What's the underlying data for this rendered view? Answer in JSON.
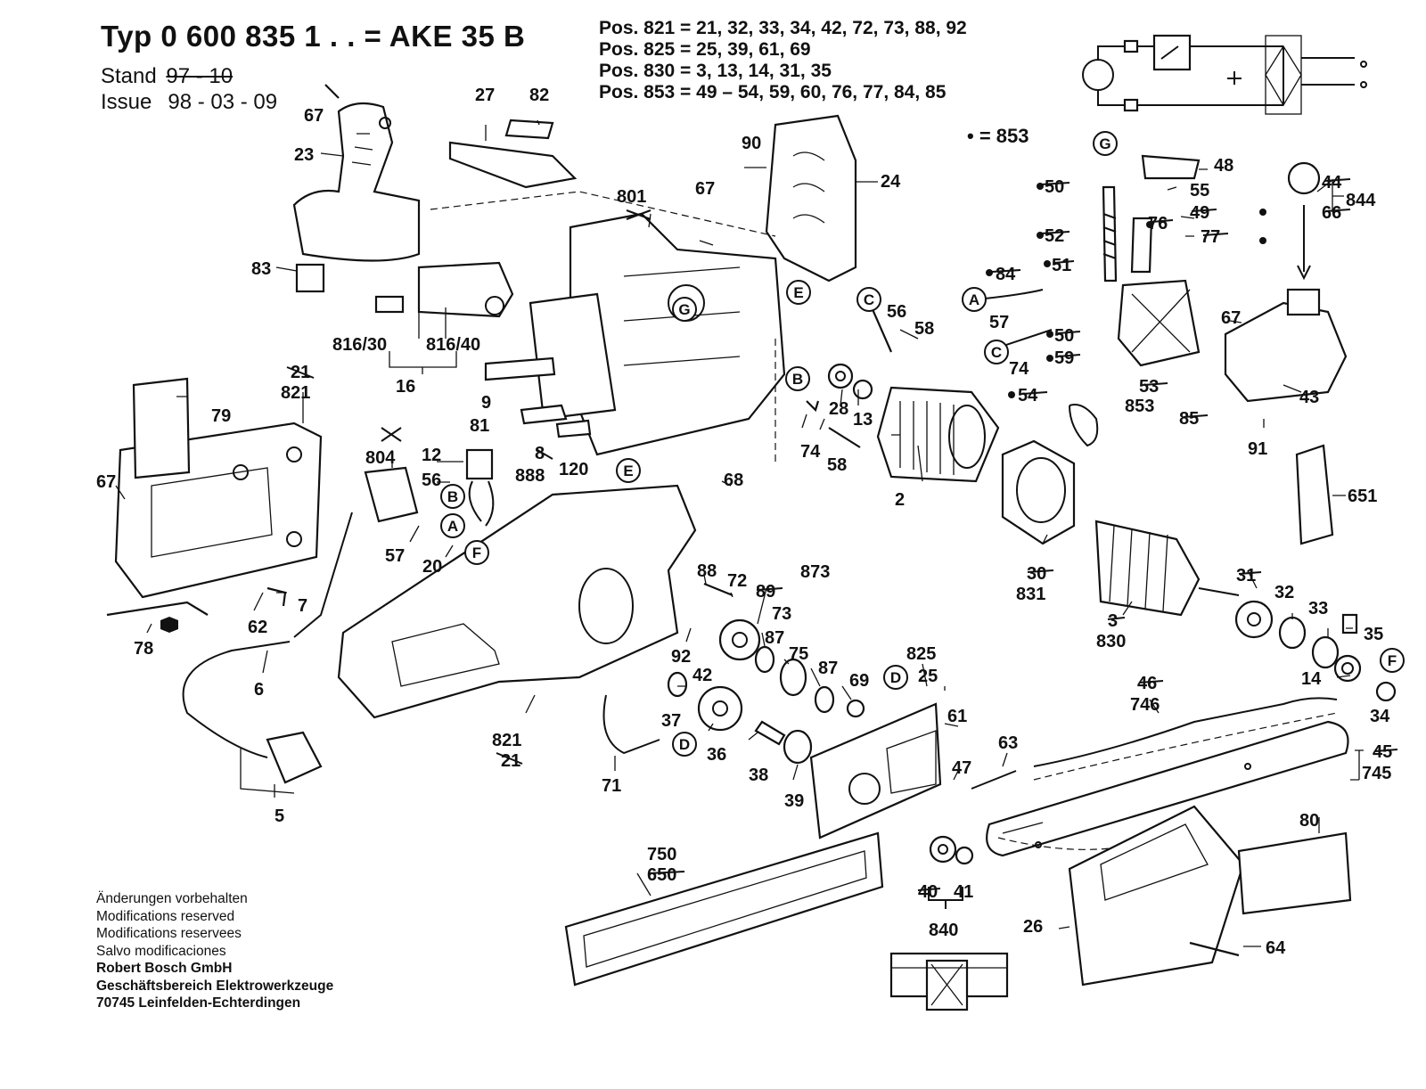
{
  "header": {
    "typ_prefix": "Typ 0 600 835 1 . . = AKE 35 B",
    "stand_label": "Stand",
    "stand_old": "97 - 10",
    "issue_label": "Issue",
    "issue_date": "98 - 03 - 09"
  },
  "positions": [
    "Pos. 821 = 21, 32, 33, 34, 42, 72, 73, 88, 92",
    "Pos. 825 = 25, 39, 61, 69",
    "Pos. 830 = 3, 13, 14, 31, 35",
    "Pos. 853 = 49 – 54, 59, 60, 76, 77, 84, 85"
  ],
  "legend_dot": "• = 853",
  "footer": {
    "lines": [
      "Änderungen vorbehalten",
      "Modifications reserved",
      "Modifications reservees",
      "Salvo modificaciones"
    ],
    "company": [
      "Robert Bosch GmbH",
      "Geschäftsbereich Elektrowerkzeuge",
      "70745 Leinfelden-Echterdingen"
    ]
  },
  "part_labels": {
    "p67a": "67",
    "p23": "23",
    "p27": "27",
    "p82": "82",
    "p83": "83",
    "p816_30": "816/30",
    "p816_40": "816/40",
    "p16": "16",
    "p90": "90",
    "p24": "24",
    "p801": "801",
    "p67b": "67",
    "p9": "9",
    "p81": "81",
    "p8": "8",
    "p888": "888",
    "p120": "120",
    "p56a": "56",
    "p58a": "58",
    "p28": "28",
    "p13": "13",
    "p74a": "74",
    "p58b": "58",
    "p2": "2",
    "p21a": "21",
    "p821a": "821",
    "p79": "79",
    "p67c": "67",
    "p804": "804",
    "p12": "12",
    "p56b": "56",
    "p57a": "57",
    "p20": "20",
    "p62": "62",
    "p7": "7",
    "p78": "78",
    "p6": "6",
    "p5": "5",
    "p68": "68",
    "p88": "88",
    "p72": "72",
    "p89": "89",
    "p873": "873",
    "p73": "73",
    "p87a": "87",
    "p75": "75",
    "p87b": "87",
    "p69": "69",
    "p92": "92",
    "p42": "42",
    "p37": "37",
    "p36": "36",
    "p38": "38",
    "p39": "39",
    "p71": "71",
    "p821b": "821",
    "p21b": "21",
    "p825": "825",
    "p25": "25",
    "p61": "61",
    "p63": "63",
    "p47": "47",
    "p40": "40",
    "p41": "41",
    "p840": "840",
    "p750": "750",
    "p650": "650",
    "p50a": "50",
    "p52": "52",
    "p84": "84",
    "p51": "51",
    "p57b": "57",
    "p50b": "50",
    "p74b": "74",
    "p59": "59",
    "p54": "54",
    "p53": "53",
    "p853": "853",
    "p85": "85",
    "p48": "48",
    "p55": "55",
    "p49": "49",
    "p76": "76",
    "p77": "77",
    "p67d": "67",
    "p44": "44",
    "p66": "66",
    "p844": "844",
    "p43": "43",
    "p91": "91",
    "p651": "651",
    "p30": "30",
    "p831": "831",
    "p3": "3",
    "p830": "830",
    "p31": "31",
    "p32": "32",
    "p33": "33",
    "p35": "35",
    "p14": "14",
    "p34": "34",
    "p46": "46",
    "p746": "746",
    "p45": "45",
    "p745": "745",
    "p80": "80",
    "p26": "26",
    "p64": "64"
  },
  "ref_letters": [
    "G",
    "E",
    "C",
    "B",
    "A",
    "D",
    "F"
  ]
}
